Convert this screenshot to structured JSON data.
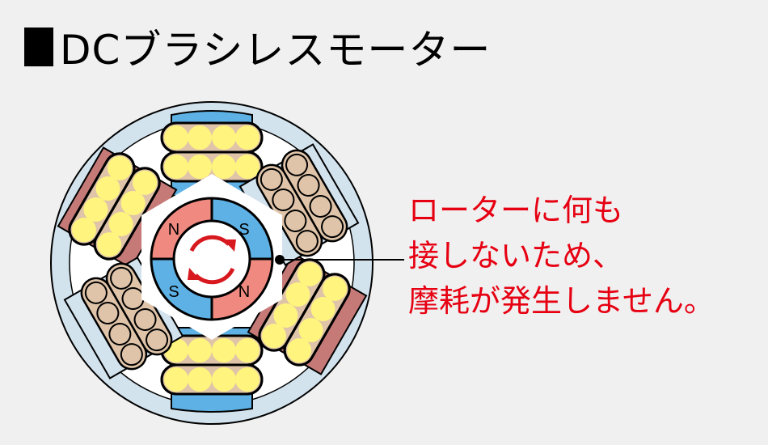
{
  "title": {
    "marker": "■",
    "text": "DCブラシレスモーター"
  },
  "annotation": {
    "lines": [
      "ローターに何も",
      "接しないため、",
      "摩耗が発生しません。"
    ],
    "color": "#e60012"
  },
  "diagram": {
    "name": "brushless-dc-motor-cross-section",
    "rotor_poles": [
      {
        "label": "N",
        "position": "top-left",
        "color": "#f08a80"
      },
      {
        "label": "S",
        "position": "top-right",
        "color": "#5eb1e4"
      },
      {
        "label": "S",
        "position": "bottom-left",
        "color": "#5eb1e4"
      },
      {
        "label": "N",
        "position": "bottom-right",
        "color": "#f08a80"
      }
    ],
    "rotation_arrows_color": "#d7191f",
    "stator_coils": 6,
    "colors": {
      "housing": "#d3e3ee",
      "coil_energized": "#fff47d",
      "coil_idle": "#dfc4a9",
      "core_blue": "#5eb1e4",
      "core_red": "#c57a78",
      "core_light": "#d3e3ee"
    }
  }
}
